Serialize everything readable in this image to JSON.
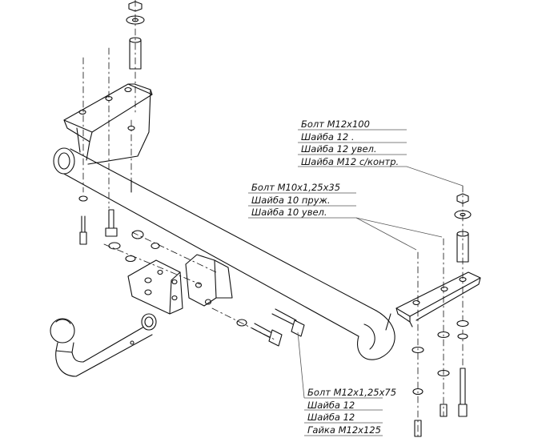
{
  "callouts": {
    "rear_mount": [
      "Болт М12х100",
      "Шайба 12 .",
      "Шайба 12 увел.",
      "Шайба М12 с/контр."
    ],
    "side_mount": [
      "Болт М10х1,25х35",
      "Шайба 10 пруж.",
      "Шайба 10 увел."
    ],
    "ball_mount": [
      "Болт М12х1,25х75",
      "Шайба 12",
      "Шайба 12",
      "Гайка М12х125"
    ]
  },
  "colors": {
    "line": "#111111",
    "background": "#ffffff"
  }
}
